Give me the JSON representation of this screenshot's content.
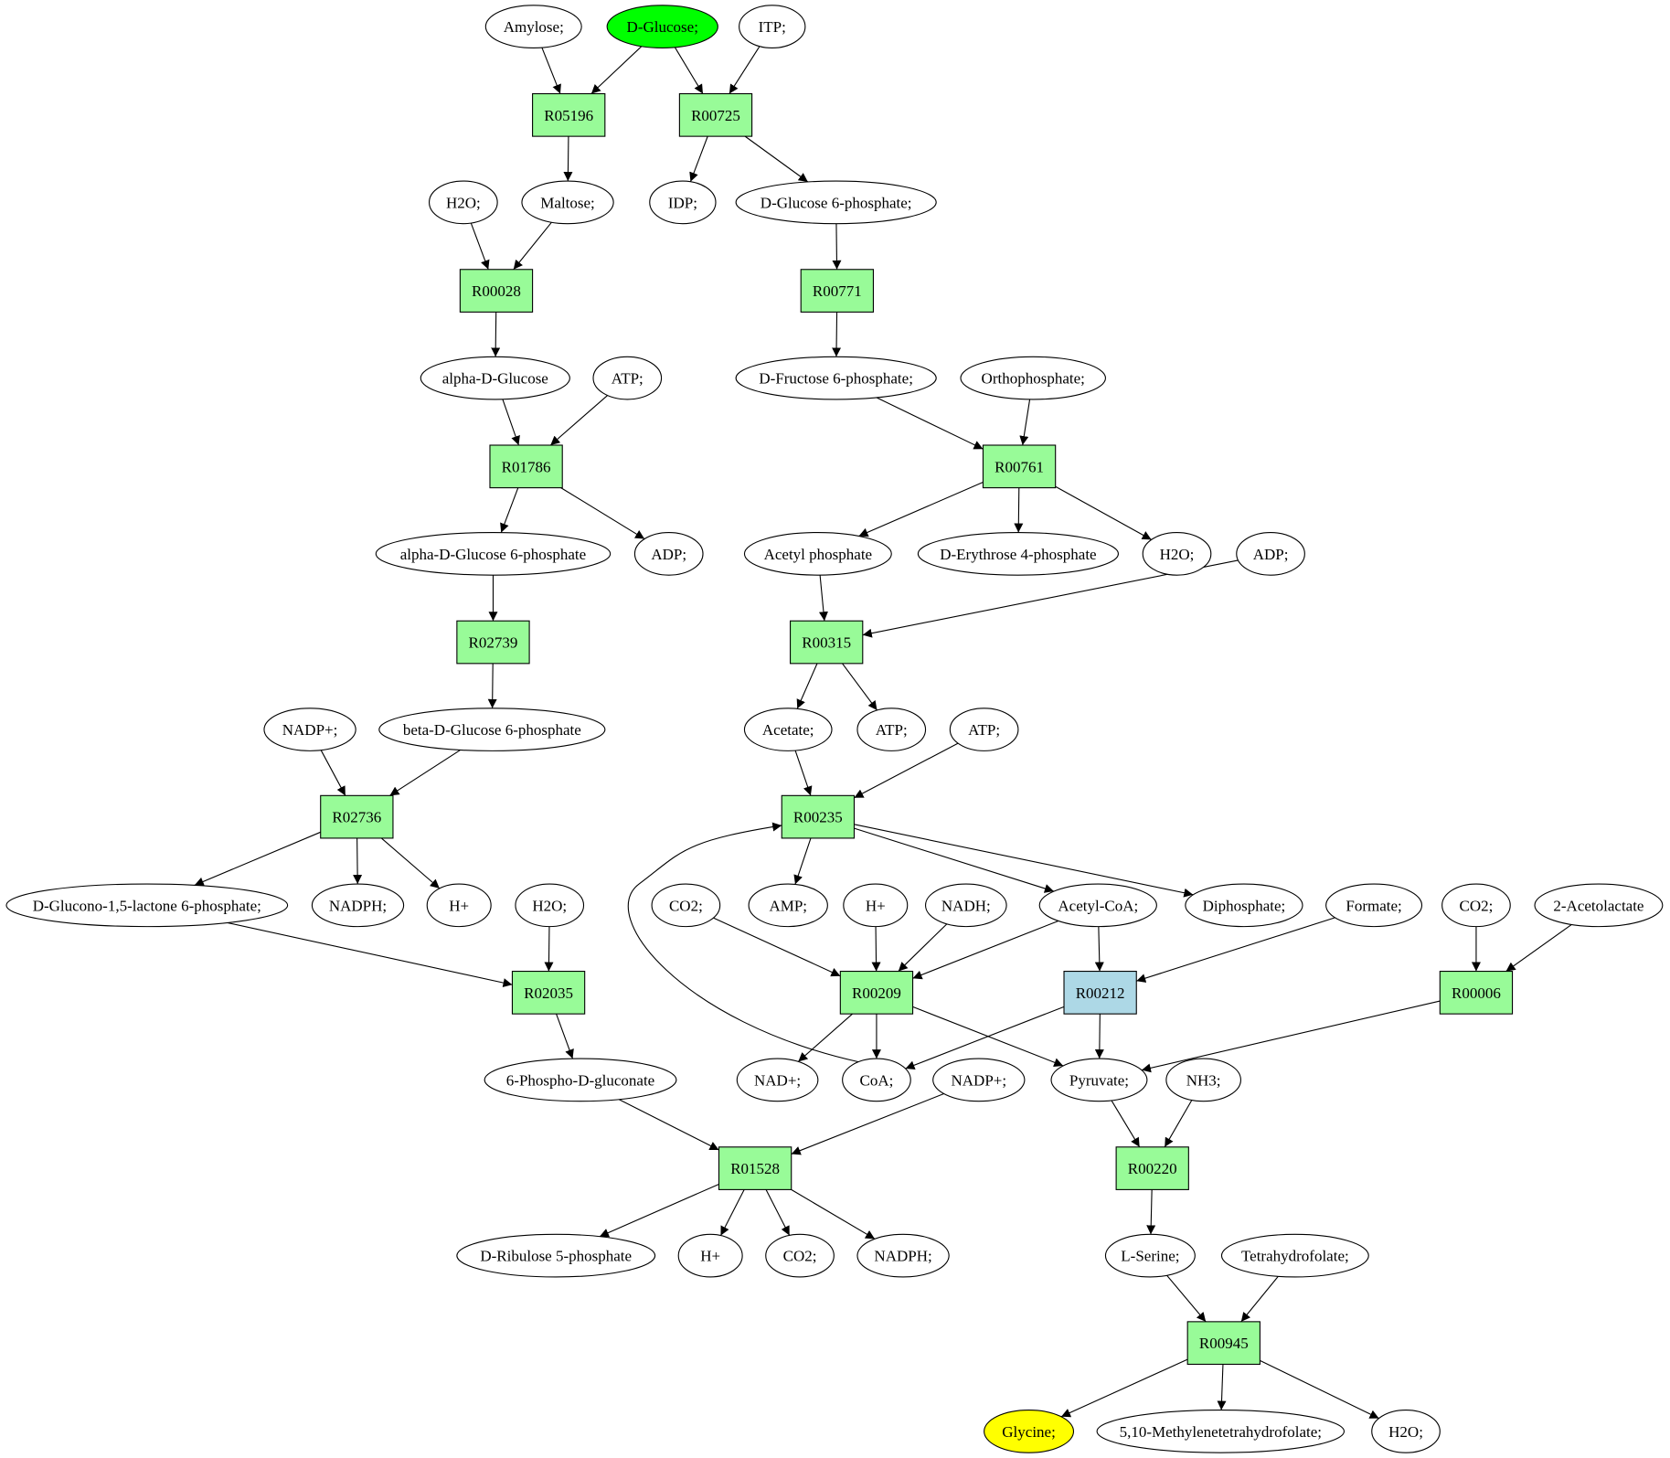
{
  "colors": {
    "reaction_fill": "#98fb98",
    "reaction_fill_alt": "#add8e6",
    "metabolite_fill": "#ffffff",
    "start_fill": "#00ff00",
    "target_fill": "#ffff00",
    "stroke": "#000000"
  },
  "metabolites": [
    {
      "id": "amylose",
      "label": "Amylose;"
    },
    {
      "id": "dglucose",
      "label": "D-Glucose;",
      "role": "start"
    },
    {
      "id": "itp",
      "label": "ITP;"
    },
    {
      "id": "h2o_a",
      "label": "H2O;"
    },
    {
      "id": "maltose",
      "label": "Maltose;"
    },
    {
      "id": "idp",
      "label": "IDP;"
    },
    {
      "id": "g6p",
      "label": "D-Glucose 6-phosphate;"
    },
    {
      "id": "aglc",
      "label": "alpha-D-Glucose"
    },
    {
      "id": "atp_a",
      "label": "ATP;"
    },
    {
      "id": "f6p",
      "label": "D-Fructose 6-phosphate;"
    },
    {
      "id": "pi",
      "label": "Orthophosphate;"
    },
    {
      "id": "ag6p",
      "label": "alpha-D-Glucose 6-phosphate"
    },
    {
      "id": "adp_a",
      "label": "ADP;"
    },
    {
      "id": "acp",
      "label": "Acetyl phosphate"
    },
    {
      "id": "e4p",
      "label": "D-Erythrose 4-phosphate"
    },
    {
      "id": "h2o_b",
      "label": "H2O;"
    },
    {
      "id": "adp_b",
      "label": "ADP;"
    },
    {
      "id": "nadp_a",
      "label": "NADP+;"
    },
    {
      "id": "bg6p",
      "label": "beta-D-Glucose 6-phosphate"
    },
    {
      "id": "acetate",
      "label": "Acetate;"
    },
    {
      "id": "atp_b",
      "label": "ATP;"
    },
    {
      "id": "atp_c",
      "label": "ATP;"
    },
    {
      "id": "glucono",
      "label": "D-Glucono-1,5-lactone 6-phosphate;"
    },
    {
      "id": "nadph_a",
      "label": "NADPH;"
    },
    {
      "id": "hplus_a",
      "label": "H+"
    },
    {
      "id": "h2o_c",
      "label": "H2O;"
    },
    {
      "id": "co2_a",
      "label": "CO2;"
    },
    {
      "id": "amp",
      "label": "AMP;"
    },
    {
      "id": "hplus_b",
      "label": "H+"
    },
    {
      "id": "nadh",
      "label": "NADH;"
    },
    {
      "id": "accoa",
      "label": "Acetyl-CoA;"
    },
    {
      "id": "ppi",
      "label": "Diphosphate;"
    },
    {
      "id": "formate",
      "label": "Formate;"
    },
    {
      "id": "co2_b",
      "label": "CO2;"
    },
    {
      "id": "acetolactate",
      "label": "2-Acetolactate"
    },
    {
      "id": "pgluconate",
      "label": "6-Phospho-D-gluconate"
    },
    {
      "id": "nad",
      "label": "NAD+;"
    },
    {
      "id": "coa",
      "label": "CoA;"
    },
    {
      "id": "nadp_b",
      "label": "NADP+;"
    },
    {
      "id": "pyruvate",
      "label": "Pyruvate;"
    },
    {
      "id": "nh3",
      "label": "NH3;"
    },
    {
      "id": "ru5p",
      "label": "D-Ribulose 5-phosphate"
    },
    {
      "id": "hplus_c",
      "label": "H+"
    },
    {
      "id": "co2_c",
      "label": "CO2;"
    },
    {
      "id": "nadph_b",
      "label": "NADPH;"
    },
    {
      "id": "serine",
      "label": "L-Serine;"
    },
    {
      "id": "thf",
      "label": "Tetrahydrofolate;"
    },
    {
      "id": "glycine",
      "label": "Glycine;",
      "role": "target"
    },
    {
      "id": "methylene",
      "label": "5,10-Methylenetetrahydrofolate;"
    },
    {
      "id": "h2o_d",
      "label": "H2O;"
    }
  ],
  "reactions": [
    {
      "id": "R05196",
      "label": "R05196"
    },
    {
      "id": "R00725",
      "label": "R00725"
    },
    {
      "id": "R00028",
      "label": "R00028"
    },
    {
      "id": "R00771",
      "label": "R00771"
    },
    {
      "id": "R01786",
      "label": "R01786"
    },
    {
      "id": "R00761",
      "label": "R00761"
    },
    {
      "id": "R02739",
      "label": "R02739"
    },
    {
      "id": "R00315",
      "label": "R00315"
    },
    {
      "id": "R02736",
      "label": "R02736"
    },
    {
      "id": "R00235",
      "label": "R00235"
    },
    {
      "id": "R02035",
      "label": "R02035"
    },
    {
      "id": "R00209",
      "label": "R00209"
    },
    {
      "id": "R00212",
      "label": "R00212",
      "alt": true
    },
    {
      "id": "R00006",
      "label": "R00006"
    },
    {
      "id": "R01528",
      "label": "R01528"
    },
    {
      "id": "R00220",
      "label": "R00220"
    },
    {
      "id": "R00945",
      "label": "R00945"
    }
  ],
  "edges": [
    [
      "amylose",
      "R05196"
    ],
    [
      "dglucose",
      "R05196"
    ],
    [
      "dglucose",
      "R00725"
    ],
    [
      "itp",
      "R00725"
    ],
    [
      "R05196",
      "maltose"
    ],
    [
      "R00725",
      "idp"
    ],
    [
      "R00725",
      "g6p"
    ],
    [
      "h2o_a",
      "R00028"
    ],
    [
      "maltose",
      "R00028"
    ],
    [
      "g6p",
      "R00771"
    ],
    [
      "R00028",
      "aglc"
    ],
    [
      "R00771",
      "f6p"
    ],
    [
      "aglc",
      "R01786"
    ],
    [
      "atp_a",
      "R01786"
    ],
    [
      "f6p",
      "R00761"
    ],
    [
      "pi",
      "R00761"
    ],
    [
      "R01786",
      "ag6p"
    ],
    [
      "R01786",
      "adp_a"
    ],
    [
      "R00761",
      "acp"
    ],
    [
      "R00761",
      "e4p"
    ],
    [
      "R00761",
      "h2o_b"
    ],
    [
      "ag6p",
      "R02739"
    ],
    [
      "acp",
      "R00315"
    ],
    [
      "adp_b",
      "R00315"
    ],
    [
      "R02739",
      "bg6p"
    ],
    [
      "R00315",
      "acetate"
    ],
    [
      "R00315",
      "atp_b"
    ],
    [
      "nadp_a",
      "R02736"
    ],
    [
      "bg6p",
      "R02736"
    ],
    [
      "acetate",
      "R00235"
    ],
    [
      "atp_c",
      "R00235"
    ],
    [
      "R02736",
      "glucono"
    ],
    [
      "R02736",
      "nadph_a"
    ],
    [
      "R02736",
      "hplus_a"
    ],
    [
      "R00235",
      "amp"
    ],
    [
      "R00235",
      "accoa"
    ],
    [
      "R00235",
      "ppi"
    ],
    [
      "glucono",
      "R02035"
    ],
    [
      "h2o_c",
      "R02035"
    ],
    [
      "co2_a",
      "R00209"
    ],
    [
      "hplus_b",
      "R00209"
    ],
    [
      "nadh",
      "R00209"
    ],
    [
      "accoa",
      "R00209"
    ],
    [
      "accoa",
      "R00212"
    ],
    [
      "formate",
      "R00212"
    ],
    [
      "co2_b",
      "R00006"
    ],
    [
      "acetolactate",
      "R00006"
    ],
    [
      "R02035",
      "pgluconate"
    ],
    [
      "R00209",
      "nad"
    ],
    [
      "R00209",
      "coa"
    ],
    [
      "R00209",
      "pyruvate"
    ],
    [
      "R00212",
      "coa"
    ],
    [
      "R00212",
      "pyruvate"
    ],
    [
      "R00006",
      "pyruvate"
    ],
    [
      "coa",
      "R00235"
    ],
    [
      "pgluconate",
      "R01528"
    ],
    [
      "nadp_b",
      "R01528"
    ],
    [
      "pyruvate",
      "R00220"
    ],
    [
      "nh3",
      "R00220"
    ],
    [
      "R01528",
      "ru5p"
    ],
    [
      "R01528",
      "hplus_c"
    ],
    [
      "R01528",
      "co2_c"
    ],
    [
      "R01528",
      "nadph_b"
    ],
    [
      "R00220",
      "serine"
    ],
    [
      "serine",
      "R00945"
    ],
    [
      "thf",
      "R00945"
    ],
    [
      "R00945",
      "glycine"
    ],
    [
      "R00945",
      "methylene"
    ],
    [
      "R00945",
      "h2o_d"
    ]
  ]
}
